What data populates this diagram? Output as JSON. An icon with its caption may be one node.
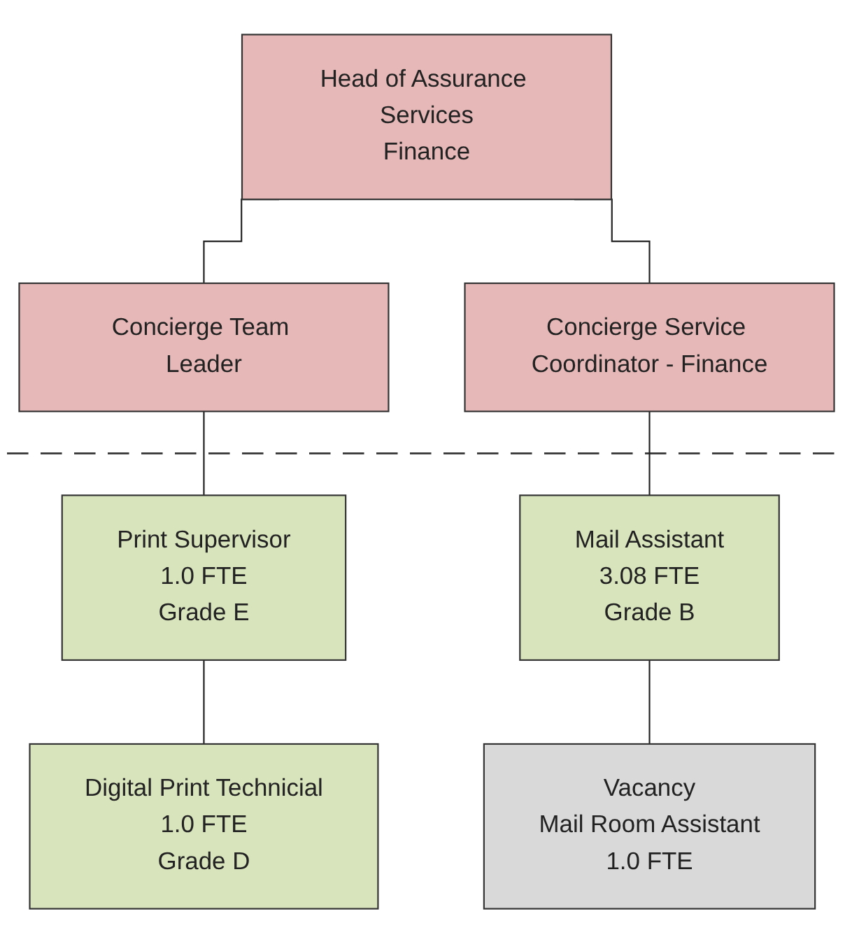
{
  "diagram": {
    "nodes": [
      {
        "text": [
          "Head of Assurance Services",
          "Finance"
        ]
      },
      {
        "text": [
          "Concierge Team Leader"
        ]
      },
      {
        "text": [
          "Concierge Service Coordinator - Finance"
        ]
      },
      {
        "text": [
          "Print Supervisor",
          "1.0 FTE",
          "Grade E"
        ]
      },
      {
        "text": [
          "Mail Assistant",
          "3.08 FTE",
          "Grade B"
        ]
      },
      {
        "text": [
          "Digital Print Technicial",
          "1.0 FTE",
          "Grade D"
        ]
      },
      {
        "text": [
          "Vacancy",
          "Mail Room Assistant",
          "1.0 FTE"
        ]
      }
    ],
    "edges": [
      {
        "from": 0,
        "to": 1,
        "arrow": "none"
      },
      {
        "from": 0,
        "to": 2,
        "arrow": "none"
      },
      {
        "from": 1,
        "to": 3,
        "arrow": "none"
      },
      {
        "from": 2,
        "to": 4,
        "arrow": "none"
      },
      {
        "from": 3,
        "to": 5,
        "arrow": "none"
      },
      {
        "from": 4,
        "to": 6,
        "arrow": "none"
      }
    ]
  }
}
